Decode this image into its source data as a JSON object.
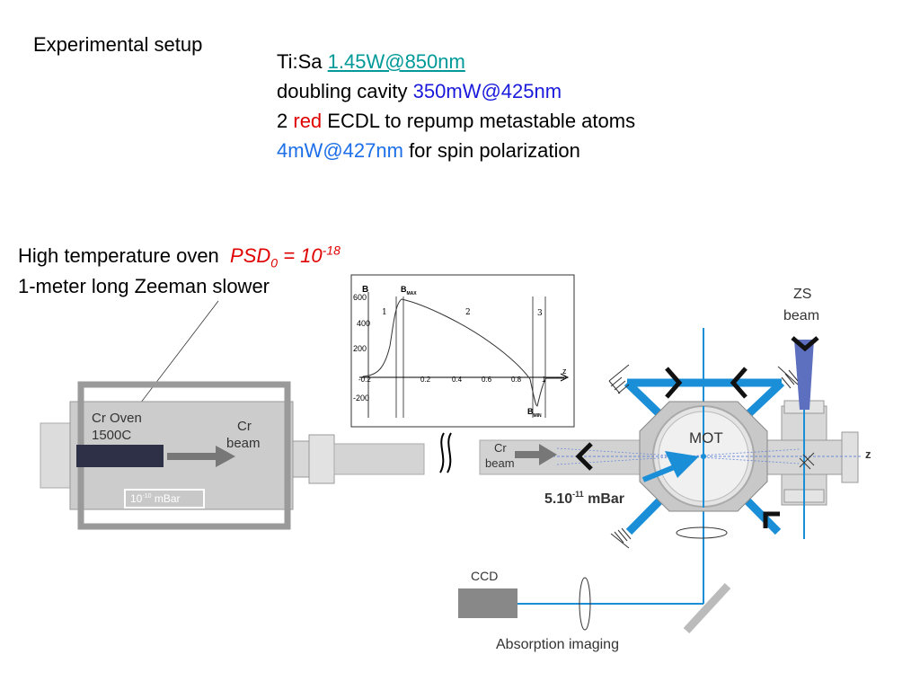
{
  "title": "Experimental setup",
  "laser_specs": {
    "line1_prefix": "Ti:Sa",
    "line1_value": "1.45W@850nm",
    "line2_prefix": "doubling cavity",
    "line2_value": "350mW@425nm",
    "line3_prefix": "2",
    "line3_color_word": "red",
    "line3_suffix": "ECDL to repump metastable atoms",
    "line4_value": "4mW@427nm",
    "line4_suffix": "for spin polarization"
  },
  "oven": {
    "line1": "High temperature oven",
    "psd_base": "PSD",
    "psd_sub": "0",
    "psd_eq": " = 10",
    "psd_exp": "-18",
    "line2": "1-meter long Zeeman slower"
  },
  "zeeman_plot": {
    "y_axis_label": "B",
    "y_ticks": [
      "600",
      "400",
      "200",
      "-200"
    ],
    "x_ticks": [
      "-0.2",
      "0.2",
      "0.4",
      "0.6",
      "0.8",
      "1"
    ],
    "x_axis_label": "z",
    "region_labels": [
      "1",
      "2",
      "3"
    ],
    "bmax_label": "B",
    "bmax_sub": "MAX",
    "bmin_label": "B",
    "bmin_sub": "MIN"
  },
  "apparatus": {
    "oven_label_1": "Cr Oven",
    "oven_label_2": "1500C",
    "cr_beam_1": "Cr",
    "cr_beam_2": "beam",
    "oven_pressure_base": "10",
    "oven_pressure_exp": "-10",
    "oven_pressure_unit": " mBar",
    "chamber_cr_1": "Cr",
    "chamber_cr_2": "beam",
    "mot_label": "MOT",
    "chamber_pressure_base": "5.10",
    "chamber_pressure_exp": "-11",
    "chamber_pressure_unit": " mBar",
    "zs_beam_1": "ZS",
    "zs_beam_2": "beam",
    "z_label": "z",
    "ccd_label": "CCD",
    "absorption_label": "Absorption imaging"
  },
  "colors": {
    "link_teal": "#009999",
    "blue_text": "#1a1adc",
    "light_blue_text": "#1c6fe8",
    "red_text": "#e00000",
    "laser_blue": "#1a8fd8",
    "oven_bar": "#2e3048",
    "gray_vacuum": "#cfcfcf",
    "zs_beam": "#5d70c0"
  }
}
